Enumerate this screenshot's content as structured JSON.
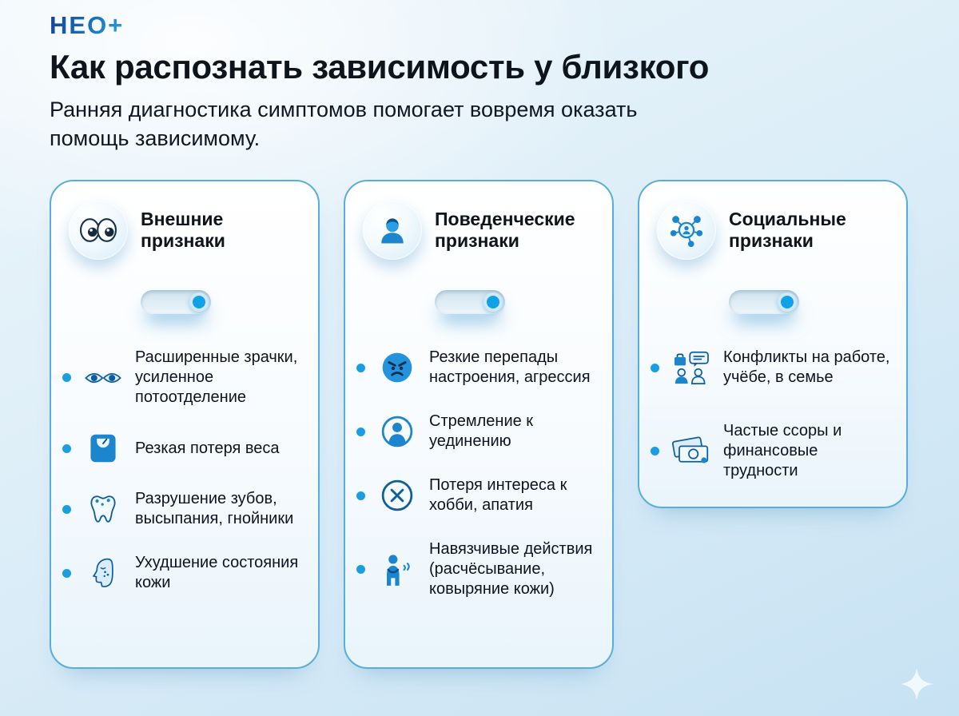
{
  "page": {
    "logo": "НЕО+",
    "title": "Как распознать зависимость у близкого",
    "subtitle": "Ранняя диагностика симптомов помогает вовремя оказать помощь зависимому."
  },
  "colors": {
    "accent_blue": "#1b9de2",
    "dark_blue": "#0f5e9c",
    "card_border": "#58aed8",
    "background_top": "#ecf5fb",
    "background_bottom": "#c7e2f3",
    "text": "#0d141c"
  },
  "decor": {
    "sparkle_icon": "sparkle-icon"
  },
  "cards": [
    {
      "title": "Внешние признаки",
      "header_icon": "eyes-icon",
      "toggle": "on",
      "items": [
        {
          "icon": "eyes-outline-icon",
          "text": "Расширенные зрачки, усиленное потоотделение"
        },
        {
          "icon": "scale-icon",
          "text": "Резкая потеря веса"
        },
        {
          "icon": "tooth-icon",
          "text": "Разрушение зубов, высыпания, гнойники"
        },
        {
          "icon": "face-profile-icon",
          "text": "Ухудшение состояния кожи"
        }
      ]
    },
    {
      "title": "Поведенческие признаки",
      "header_icon": "person-icon",
      "toggle": "on",
      "items": [
        {
          "icon": "angry-face-icon",
          "text": "Резкие перепады настроения, агрессия"
        },
        {
          "icon": "person-circle-icon",
          "text": "Стремление к уединению"
        },
        {
          "icon": "crossed-circle-icon",
          "text": "Потеря интереса к хобби, апатия"
        },
        {
          "icon": "scratching-person-icon",
          "text": "Навязчивые действия (расчёсывание, ковыряние кожи)"
        }
      ]
    },
    {
      "title": "Социальные признаки",
      "header_icon": "network-icon",
      "toggle": "on",
      "items": [
        {
          "icon": "work-conflict-icon",
          "text": "Конфликты на работе, учёбе, в семье"
        },
        {
          "icon": "money-icon",
          "text": "Частые ссоры и финансовые трудности"
        }
      ]
    }
  ]
}
